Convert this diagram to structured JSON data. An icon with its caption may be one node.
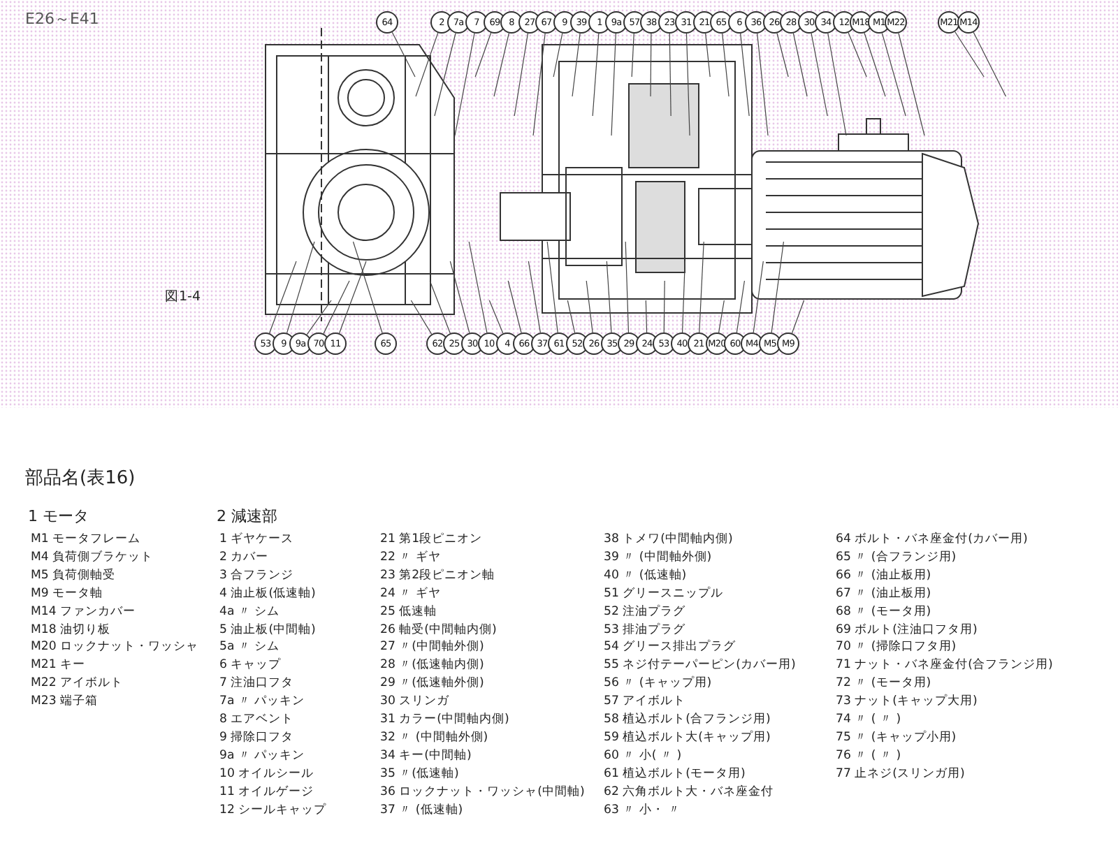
{
  "diagram": {
    "nodes": [
      {
        "text": [
          "64"
        ]
      },
      {
        "text": [
          "2"
        ]
      },
      {
        "text": [
          "7a"
        ]
      },
      {
        "text": [
          "7"
        ]
      },
      {
        "text": [
          "69"
        ]
      },
      {
        "text": [
          "8"
        ]
      },
      {
        "text": [
          "27"
        ]
      },
      {
        "text": [
          "67"
        ]
      },
      {
        "text": [
          "9"
        ]
      },
      {
        "text": [
          "39"
        ]
      },
      {
        "text": [
          "1"
        ]
      },
      {
        "text": [
          "9a"
        ]
      },
      {
        "text": [
          "57"
        ]
      },
      {
        "text": [
          "38"
        ]
      },
      {
        "text": [
          "23"
        ]
      },
      {
        "text": [
          "31"
        ]
      },
      {
        "text": [
          "21"
        ]
      },
      {
        "text": [
          "65"
        ]
      },
      {
        "text": [
          "6"
        ]
      },
      {
        "text": [
          "36"
        ]
      },
      {
        "text": [
          "26"
        ]
      },
      {
        "text": [
          "28"
        ]
      },
      {
        "text": [
          "30"
        ]
      },
      {
        "text": [
          "34"
        ]
      },
      {
        "text": [
          "12"
        ]
      },
      {
        "text": [
          "M18"
        ]
      },
      {
        "text": [
          "M1"
        ]
      },
      {
        "text": [
          "M22"
        ]
      },
      {
        "text": [
          "M21"
        ]
      },
      {
        "text": [
          "M14"
        ]
      },
      {
        "text": [
          "53"
        ]
      },
      {
        "text": [
          "9"
        ]
      },
      {
        "text": [
          "9a"
        ]
      },
      {
        "text": [
          "70"
        ]
      },
      {
        "text": [
          "11"
        ]
      },
      {
        "text": [
          "65"
        ]
      },
      {
        "text": [
          "62"
        ]
      },
      {
        "text": [
          "25"
        ]
      },
      {
        "text": [
          "30"
        ]
      },
      {
        "text": [
          "10"
        ]
      },
      {
        "text": [
          "4"
        ]
      },
      {
        "text": [
          "66"
        ]
      },
      {
        "text": [
          "37"
        ]
      },
      {
        "text": [
          "61"
        ]
      },
      {
        "text": [
          "52"
        ]
      },
      {
        "text": [
          "26"
        ]
      },
      {
        "text": [
          "35"
        ]
      },
      {
        "text": [
          "29"
        ]
      },
      {
        "text": [
          "24"
        ]
      },
      {
        "text": [
          "53"
        ]
      },
      {
        "text": [
          "40"
        ]
      },
      {
        "text": [
          "21"
        ]
      },
      {
        "text": [
          "M20"
        ]
      },
      {
        "text": [
          "60"
        ]
      },
      {
        "text": [
          "M4"
        ]
      },
      {
        "text": [
          "M5"
        ]
      },
      {
        "text": [
          "M9"
        ]
      }
    ],
    "edges": [
      {
        "from": 0,
        "to": null,
        "arrow": "none"
      },
      {
        "from": 1,
        "to": null,
        "arrow": "none"
      },
      {
        "from": 2,
        "to": null,
        "arrow": "none"
      },
      {
        "from": 3,
        "to": null,
        "arrow": "none"
      },
      {
        "from": 4,
        "to": null,
        "arrow": "none"
      },
      {
        "from": 5,
        "to": null,
        "arrow": "none"
      },
      {
        "from": 6,
        "to": null,
        "arrow": "none"
      },
      {
        "from": 7,
        "to": null,
        "arrow": "none"
      },
      {
        "from": 8,
        "to": null,
        "arrow": "none"
      },
      {
        "from": 9,
        "to": null,
        "arrow": "none"
      },
      {
        "from": 10,
        "to": null,
        "arrow": "none"
      },
      {
        "from": 11,
        "to": null,
        "arrow": "none"
      },
      {
        "from": 12,
        "to": null,
        "arrow": "none"
      },
      {
        "from": 13,
        "to": null,
        "arrow": "none"
      },
      {
        "from": 14,
        "to": null,
        "arrow": "none"
      },
      {
        "from": 15,
        "to": null,
        "arrow": "none"
      },
      {
        "from": 16,
        "to": null,
        "arrow": "none"
      },
      {
        "from": 17,
        "to": null,
        "arrow": "none"
      },
      {
        "from": 18,
        "to": null,
        "arrow": "none"
      },
      {
        "from": 19,
        "to": null,
        "arrow": "none"
      },
      {
        "from": 20,
        "to": null,
        "arrow": "none"
      },
      {
        "from": 21,
        "to": null,
        "arrow": "none"
      },
      {
        "from": 22,
        "to": null,
        "arrow": "none"
      },
      {
        "from": 23,
        "to": null,
        "arrow": "none"
      },
      {
        "from": 24,
        "to": null,
        "arrow": "none"
      },
      {
        "from": 25,
        "to": null,
        "arrow": "none"
      },
      {
        "from": 26,
        "to": null,
        "arrow": "none"
      },
      {
        "from": 27,
        "to": null,
        "arrow": "none"
      },
      {
        "from": 28,
        "to": null,
        "arrow": "none"
      },
      {
        "from": 29,
        "to": null,
        "arrow": "none"
      },
      {
        "from": 30,
        "to": null,
        "arrow": "none"
      },
      {
        "from": 31,
        "to": null,
        "arrow": "none"
      },
      {
        "from": 32,
        "to": null,
        "arrow": "none"
      },
      {
        "from": 33,
        "to": null,
        "arrow": "none"
      },
      {
        "from": 34,
        "to": null,
        "arrow": "none"
      },
      {
        "from": 35,
        "to": null,
        "arrow": "none"
      },
      {
        "from": 36,
        "to": null,
        "arrow": "none"
      },
      {
        "from": 37,
        "to": null,
        "arrow": "none"
      },
      {
        "from": 38,
        "to": null,
        "arrow": "none"
      },
      {
        "from": 39,
        "to": null,
        "arrow": "none"
      },
      {
        "from": 40,
        "to": null,
        "arrow": "none"
      },
      {
        "from": 41,
        "to": null,
        "arrow": "none"
      },
      {
        "from": 42,
        "to": null,
        "arrow": "none"
      },
      {
        "from": 43,
        "to": null,
        "arrow": "none"
      },
      {
        "from": 44,
        "to": null,
        "arrow": "none"
      },
      {
        "from": 45,
        "to": null,
        "arrow": "none"
      },
      {
        "from": 46,
        "to": null,
        "arrow": "none"
      },
      {
        "from": 47,
        "to": null,
        "arrow": "none"
      },
      {
        "from": 48,
        "to": null,
        "arrow": "none"
      },
      {
        "from": 49,
        "to": null,
        "arrow": "none"
      },
      {
        "from": 50,
        "to": null,
        "arrow": "none"
      },
      {
        "from": 51,
        "to": null,
        "arrow": "none"
      },
      {
        "from": 52,
        "to": null,
        "arrow": "none"
      },
      {
        "from": 53,
        "to": null,
        "arrow": "none"
      },
      {
        "from": 54,
        "to": null,
        "arrow": "none"
      },
      {
        "from": 55,
        "to": null,
        "arrow": "none"
      },
      {
        "from": 56,
        "to": null,
        "arrow": "none"
      }
    ],
    "labels": [
      "E26～E41",
      "図1-4",
      "部品名(表16)",
      "1 モータ",
      "2 減速部",
      "M1 モータフレーム",
      "M4 負荷側ブラケット",
      "M5 負荷側軸受",
      "M9 モータ軸",
      "M14 ファンカバー",
      "M18 油切り板",
      "M20 ロックナット・ワッシャ",
      "M21 キー",
      "M22 アイボルト",
      "M23 端子箱",
      "1 ギヤケース",
      "2 カバー",
      "3 合フランジ",
      "4 油止板(低速軸)",
      "4a 〃 シム",
      "5 油止板(中間軸)",
      "5a 〃 シム",
      "6 キャップ",
      "7 注油口フタ",
      "7a 〃 パッキン",
      "8 エアベント",
      "9 掃除口フタ",
      "9a 〃 パッキン",
      "10 オイルシール",
      "11 オイルゲージ",
      "12 シールキャップ",
      "21 第1段ピニオン",
      "22 〃 ギヤ",
      "23 第2段ピニオン軸",
      "24 〃 ギヤ",
      "25 低速軸",
      "26 軸受(中間軸内側)",
      "27 〃(中間軸外側)",
      "28 〃(低速軸内側)",
      "29 〃(低速軸外側)",
      "30 スリンガ",
      "31 カラー(中間軸内側)",
      "32 〃 (中間軸外側)",
      "34 キー(中間軸)",
      "35 〃(低速軸)",
      "36 ロックナット・ワッシャ(中間軸)",
      "37 〃 (低速軸)",
      "38 トメワ(中間軸内側)",
      "39 〃 (中間軸外側)",
      "40 〃 (低速軸)",
      "51 グリースニップル",
      "52 注油プラグ",
      "53 排油プラグ",
      "54 グリース排出プラグ",
      "55 ネジ付テーパーピン(カバー用)",
      "56 〃 (キャップ用)",
      "57 アイボルト",
      "58 植込ボルト(合フランジ用)",
      "59 植込ボルト大(キャップ用)",
      "60 〃 小( 〃 )",
      "61 植込ボルト(モータ用)",
      "62 六角ボルト大・バネ座金付",
      "63 〃 小・ 〃",
      "64 ボルト・バネ座金付(カバー用)",
      "65 〃 (合フランジ用)",
      "66 〃 (油止板用)",
      "67 〃 (油止板用)",
      "68 〃 (モータ用)",
      "69 ボルト(注油口フタ用)",
      "70 〃 (掃除口フタ用)",
      "71 ナット・バネ座金付(合フランジ用)",
      "72 〃 (モータ用)",
      "73 ナット(キャップ大用)",
      "74 〃 ( 〃 )",
      "75 〃 (キャップ小用)",
      "76 〃 ( 〃 )",
      "77 止ネジ(スリンガ用)"
    ]
  }
}
